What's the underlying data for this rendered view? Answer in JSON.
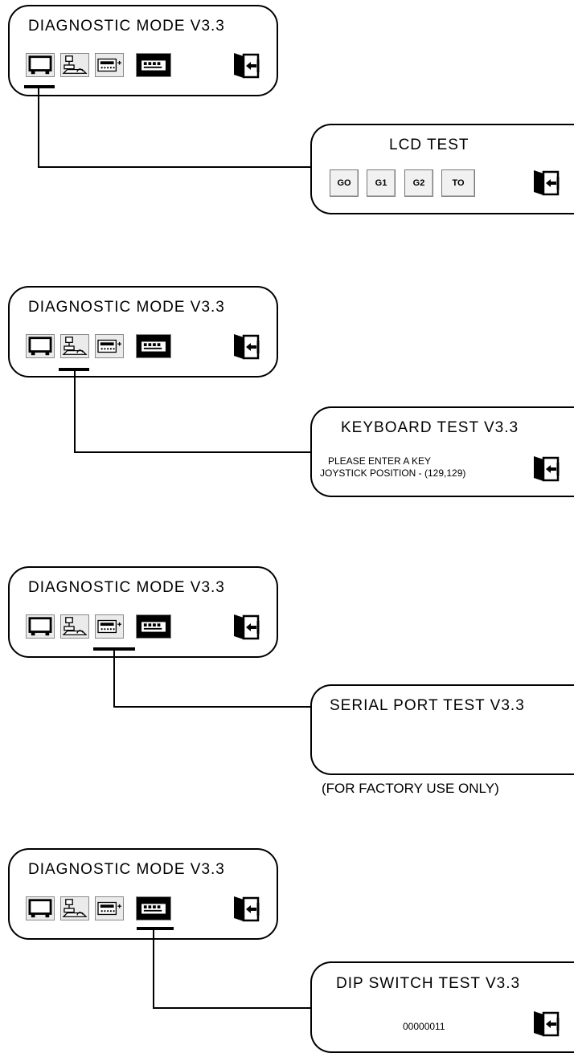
{
  "main_menu": {
    "title": "DIAGNOSTIC MODE V3.3",
    "icons": [
      {
        "name": "monitor-icon"
      },
      {
        "name": "keyboard-test-icon"
      },
      {
        "name": "serial-port-icon"
      },
      {
        "name": "dip-switch-icon"
      },
      {
        "name": "exit-door-icon"
      }
    ]
  },
  "lcd_test": {
    "title": "LCD TEST",
    "buttons": [
      "GO",
      "G1",
      "G2",
      "TO"
    ]
  },
  "keyboard_test": {
    "title": "KEYBOARD TEST V3.3",
    "line1": "PLEASE ENTER A KEY",
    "line2": "JOYSTICK POSITION - (129,129)"
  },
  "serial_port_test": {
    "title": "SERIAL PORT TEST V3.3",
    "note": "(FOR FACTORY USE ONLY)"
  },
  "dip_switch_test": {
    "title": "DIP SWITCH TEST V3.3",
    "value": "00000011"
  }
}
